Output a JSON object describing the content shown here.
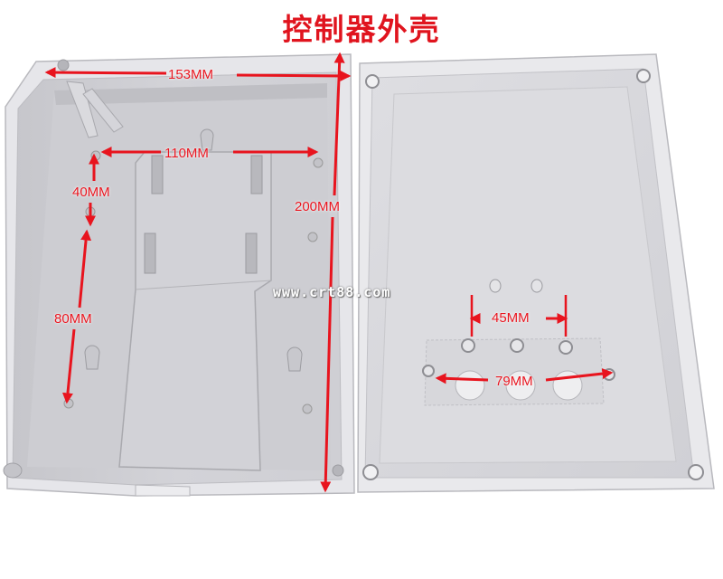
{
  "title": "控制器外壳",
  "watermark": "www.crt88.com",
  "dimensions": {
    "width_overall": "153MM",
    "hole_span": "110MM",
    "vertical_small": "40MM",
    "vertical_large": "80MM",
    "height_overall": "200MM",
    "hole_pitch": "45MM",
    "hole_row": "79MM"
  },
  "colors": {
    "annotation": "#e8141e",
    "plastic": "#d6d6da",
    "background": "#ffffff"
  }
}
